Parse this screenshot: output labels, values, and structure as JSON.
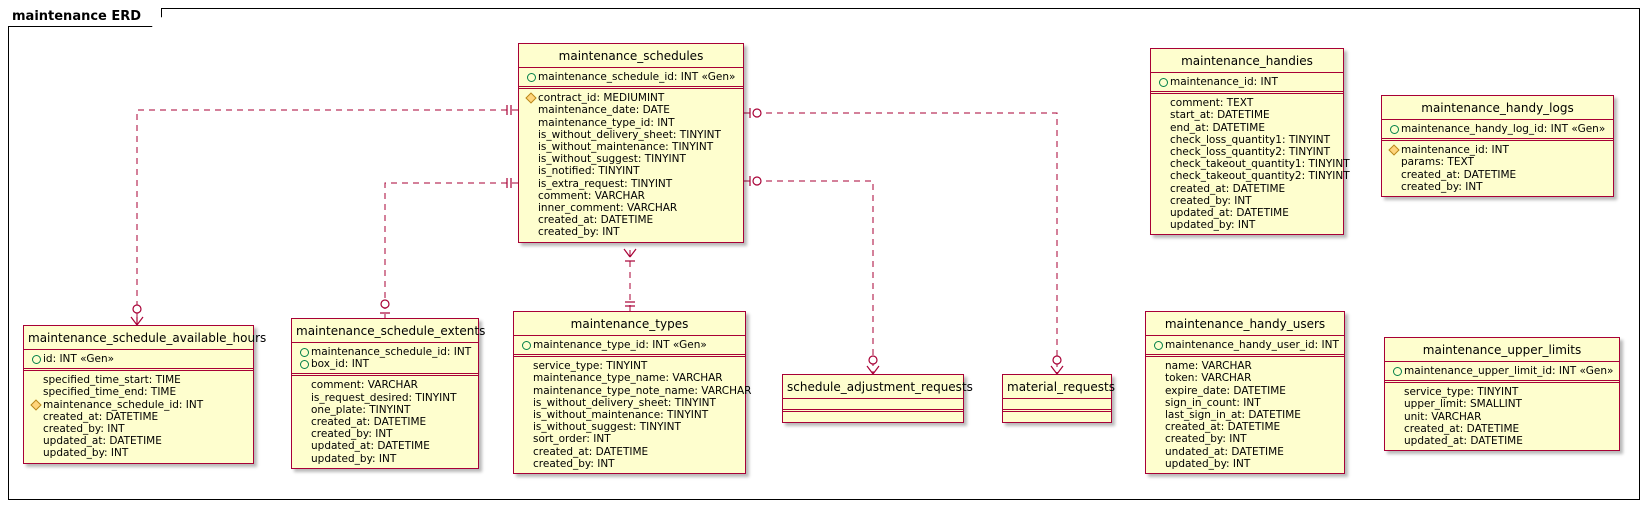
{
  "diagram_title": "maintenance ERD",
  "entities": {
    "maintenance_schedules": {
      "name": "maintenance_schedules",
      "pk": [
        {
          "mark": "pk",
          "text": "maintenance_schedule_id: INT «Gen»"
        }
      ],
      "attrs": [
        {
          "mark": "fk",
          "text": "contract_id: MEDIUMINT"
        },
        {
          "mark": "",
          "text": "maintenance_date: DATE"
        },
        {
          "mark": "",
          "text": "maintenance_type_id: INT"
        },
        {
          "mark": "",
          "text": "is_without_delivery_sheet: TINYINT"
        },
        {
          "mark": "",
          "text": "is_without_maintenance: TINYINT"
        },
        {
          "mark": "",
          "text": "is_without_suggest: TINYINT"
        },
        {
          "mark": "",
          "text": "is_notified: TINYINT"
        },
        {
          "mark": "",
          "text": "is_extra_request: TINYINT"
        },
        {
          "mark": "",
          "text": "comment: VARCHAR"
        },
        {
          "mark": "",
          "text": "inner_comment: VARCHAR"
        },
        {
          "mark": "",
          "text": "created_at: DATETIME"
        },
        {
          "mark": "",
          "text": "created_by: INT"
        }
      ]
    },
    "maintenance_handies": {
      "name": "maintenance_handies",
      "pk": [
        {
          "mark": "pk",
          "text": "maintenance_id: INT"
        }
      ],
      "attrs": [
        {
          "mark": "",
          "text": "comment: TEXT"
        },
        {
          "mark": "",
          "text": "start_at: DATETIME"
        },
        {
          "mark": "",
          "text": "end_at: DATETIME"
        },
        {
          "mark": "",
          "text": "check_loss_quantity1: TINYINT"
        },
        {
          "mark": "",
          "text": "check_loss_quantity2: TINYINT"
        },
        {
          "mark": "",
          "text": "check_takeout_quantity1: TINYINT"
        },
        {
          "mark": "",
          "text": "check_takeout_quantity2: TINYINT"
        },
        {
          "mark": "",
          "text": "created_at: DATETIME"
        },
        {
          "mark": "",
          "text": "created_by: INT"
        },
        {
          "mark": "",
          "text": "updated_at: DATETIME"
        },
        {
          "mark": "",
          "text": "updated_by: INT"
        }
      ]
    },
    "maintenance_handy_logs": {
      "name": "maintenance_handy_logs",
      "pk": [
        {
          "mark": "pk",
          "text": "maintenance_handy_log_id: INT «Gen»"
        }
      ],
      "attrs": [
        {
          "mark": "fk",
          "text": "maintenance_id: INT"
        },
        {
          "mark": "",
          "text": "params: TEXT"
        },
        {
          "mark": "",
          "text": "created_at: DATETIME"
        },
        {
          "mark": "",
          "text": "created_by: INT"
        }
      ]
    },
    "maintenance_schedule_available_hours": {
      "name": "maintenance_schedule_available_hours",
      "pk": [
        {
          "mark": "pk",
          "text": "id: INT «Gen»"
        }
      ],
      "attrs": [
        {
          "mark": "",
          "text": "specified_time_start: TIME"
        },
        {
          "mark": "",
          "text": "specified_time_end: TIME"
        },
        {
          "mark": "fk",
          "text": "maintenance_schedule_id: INT"
        },
        {
          "mark": "",
          "text": "created_at: DATETIME"
        },
        {
          "mark": "",
          "text": "created_by: INT"
        },
        {
          "mark": "",
          "text": "updated_at: DATETIME"
        },
        {
          "mark": "",
          "text": "updated_by: INT"
        }
      ]
    },
    "maintenance_schedule_extents": {
      "name": "maintenance_schedule_extents",
      "pk": [
        {
          "mark": "pk",
          "text": "maintenance_schedule_id: INT"
        },
        {
          "mark": "pk",
          "text": "box_id: INT"
        }
      ],
      "attrs": [
        {
          "mark": "",
          "text": "comment: VARCHAR"
        },
        {
          "mark": "",
          "text": "is_request_desired: TINYINT"
        },
        {
          "mark": "",
          "text": "one_plate: TINYINT"
        },
        {
          "mark": "",
          "text": "created_at: DATETIME"
        },
        {
          "mark": "",
          "text": "created_by: INT"
        },
        {
          "mark": "",
          "text": "updated_at: DATETIME"
        },
        {
          "mark": "",
          "text": "updated_by: INT"
        }
      ]
    },
    "maintenance_types": {
      "name": "maintenance_types",
      "pk": [
        {
          "mark": "pk",
          "text": "maintenance_type_id: INT «Gen»"
        }
      ],
      "attrs": [
        {
          "mark": "",
          "text": "service_type: TINYINT"
        },
        {
          "mark": "",
          "text": "maintenance_type_name: VARCHAR"
        },
        {
          "mark": "",
          "text": "maintenance_type_note_name: VARCHAR"
        },
        {
          "mark": "",
          "text": "is_without_delivery_sheet: TINYINT"
        },
        {
          "mark": "",
          "text": "is_without_maintenance: TINYINT"
        },
        {
          "mark": "",
          "text": "is_without_suggest: TINYINT"
        },
        {
          "mark": "",
          "text": "sort_order: INT"
        },
        {
          "mark": "",
          "text": "created_at: DATETIME"
        },
        {
          "mark": "",
          "text": "created_by: INT"
        }
      ]
    },
    "schedule_adjustment_requests": {
      "name": "schedule_adjustment_requests",
      "pk": [],
      "attrs": []
    },
    "material_requests": {
      "name": "material_requests",
      "pk": [],
      "attrs": []
    },
    "maintenance_handy_users": {
      "name": "maintenance_handy_users",
      "pk": [
        {
          "mark": "pk",
          "text": "maintenance_handy_user_id: INT"
        }
      ],
      "attrs": [
        {
          "mark": "",
          "text": "name: VARCHAR"
        },
        {
          "mark": "",
          "text": "token: VARCHAR"
        },
        {
          "mark": "",
          "text": "expire_date: DATETIME"
        },
        {
          "mark": "",
          "text": "sign_in_count: INT"
        },
        {
          "mark": "",
          "text": "last_sign_in_at: DATETIME"
        },
        {
          "mark": "",
          "text": "created_at: DATETIME"
        },
        {
          "mark": "",
          "text": "created_by: INT"
        },
        {
          "mark": "",
          "text": "undated_at: DATETIME"
        },
        {
          "mark": "",
          "text": "updated_by: INT"
        }
      ]
    },
    "maintenance_upper_limits": {
      "name": "maintenance_upper_limits",
      "pk": [
        {
          "mark": "pk",
          "text": "maintenance_upper_limit_id: INT «Gen»"
        }
      ],
      "attrs": [
        {
          "mark": "",
          "text": "service_type: TINYINT"
        },
        {
          "mark": "",
          "text": "upper_limit: SMALLINT"
        },
        {
          "mark": "",
          "text": "unit: VARCHAR"
        },
        {
          "mark": "",
          "text": "created_at: DATETIME"
        },
        {
          "mark": "",
          "text": "updated_at: DATETIME"
        }
      ]
    }
  },
  "relationships": [
    {
      "from": "maintenance_schedules",
      "to": "maintenance_schedule_available_hours",
      "from_card": "exactly-one",
      "to_card": "zero-or-many"
    },
    {
      "from": "maintenance_schedules",
      "to": "maintenance_schedule_extents",
      "from_card": "exactly-one",
      "to_card": "zero-or-one"
    },
    {
      "from": "maintenance_schedules",
      "to": "maintenance_types",
      "from_card": "one-or-many",
      "to_card": "exactly-one"
    },
    {
      "from": "maintenance_schedules",
      "to": "schedule_adjustment_requests",
      "from_card": "zero-or-one",
      "to_card": "zero-or-many"
    },
    {
      "from": "maintenance_schedules",
      "to": "material_requests",
      "from_card": "zero-or-one",
      "to_card": "zero-or-many"
    }
  ],
  "colors": {
    "entity_fill": "#fefece",
    "entity_border": "#a80036",
    "link": "#a80036",
    "pk_mark": "#038048",
    "fk_mark": "#ffd57b"
  }
}
